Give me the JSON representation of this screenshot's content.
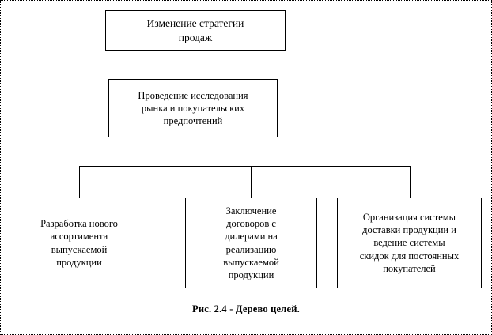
{
  "diagram": {
    "type": "tree-diagram",
    "caption": "Рис. 2.4 - Дерево целей.",
    "root": {
      "id": "root",
      "label": "Изменение стратегии\nпродаж"
    },
    "level2": {
      "id": "research",
      "label": "Проведение исследования\nрынка и покупательских\nпредпочтений"
    },
    "leaves": [
      {
        "id": "leaf-1",
        "label": "Разработка нового\nассортимента\nвыпускаемой\nпродукции"
      },
      {
        "id": "leaf-2",
        "label": "Заключение\nдоговоров с\nдилерами на\nреализацию\nвыпускаемой\nпродукции"
      },
      {
        "id": "leaf-3",
        "label": "Организация системы\nдоставки продукции  и\nведение системы\nскидок для постоянных\nпокупателей"
      }
    ],
    "colors": {
      "box_border": "#000000",
      "connector": "#000000",
      "background": "#ffffff",
      "text": "#000000"
    }
  }
}
